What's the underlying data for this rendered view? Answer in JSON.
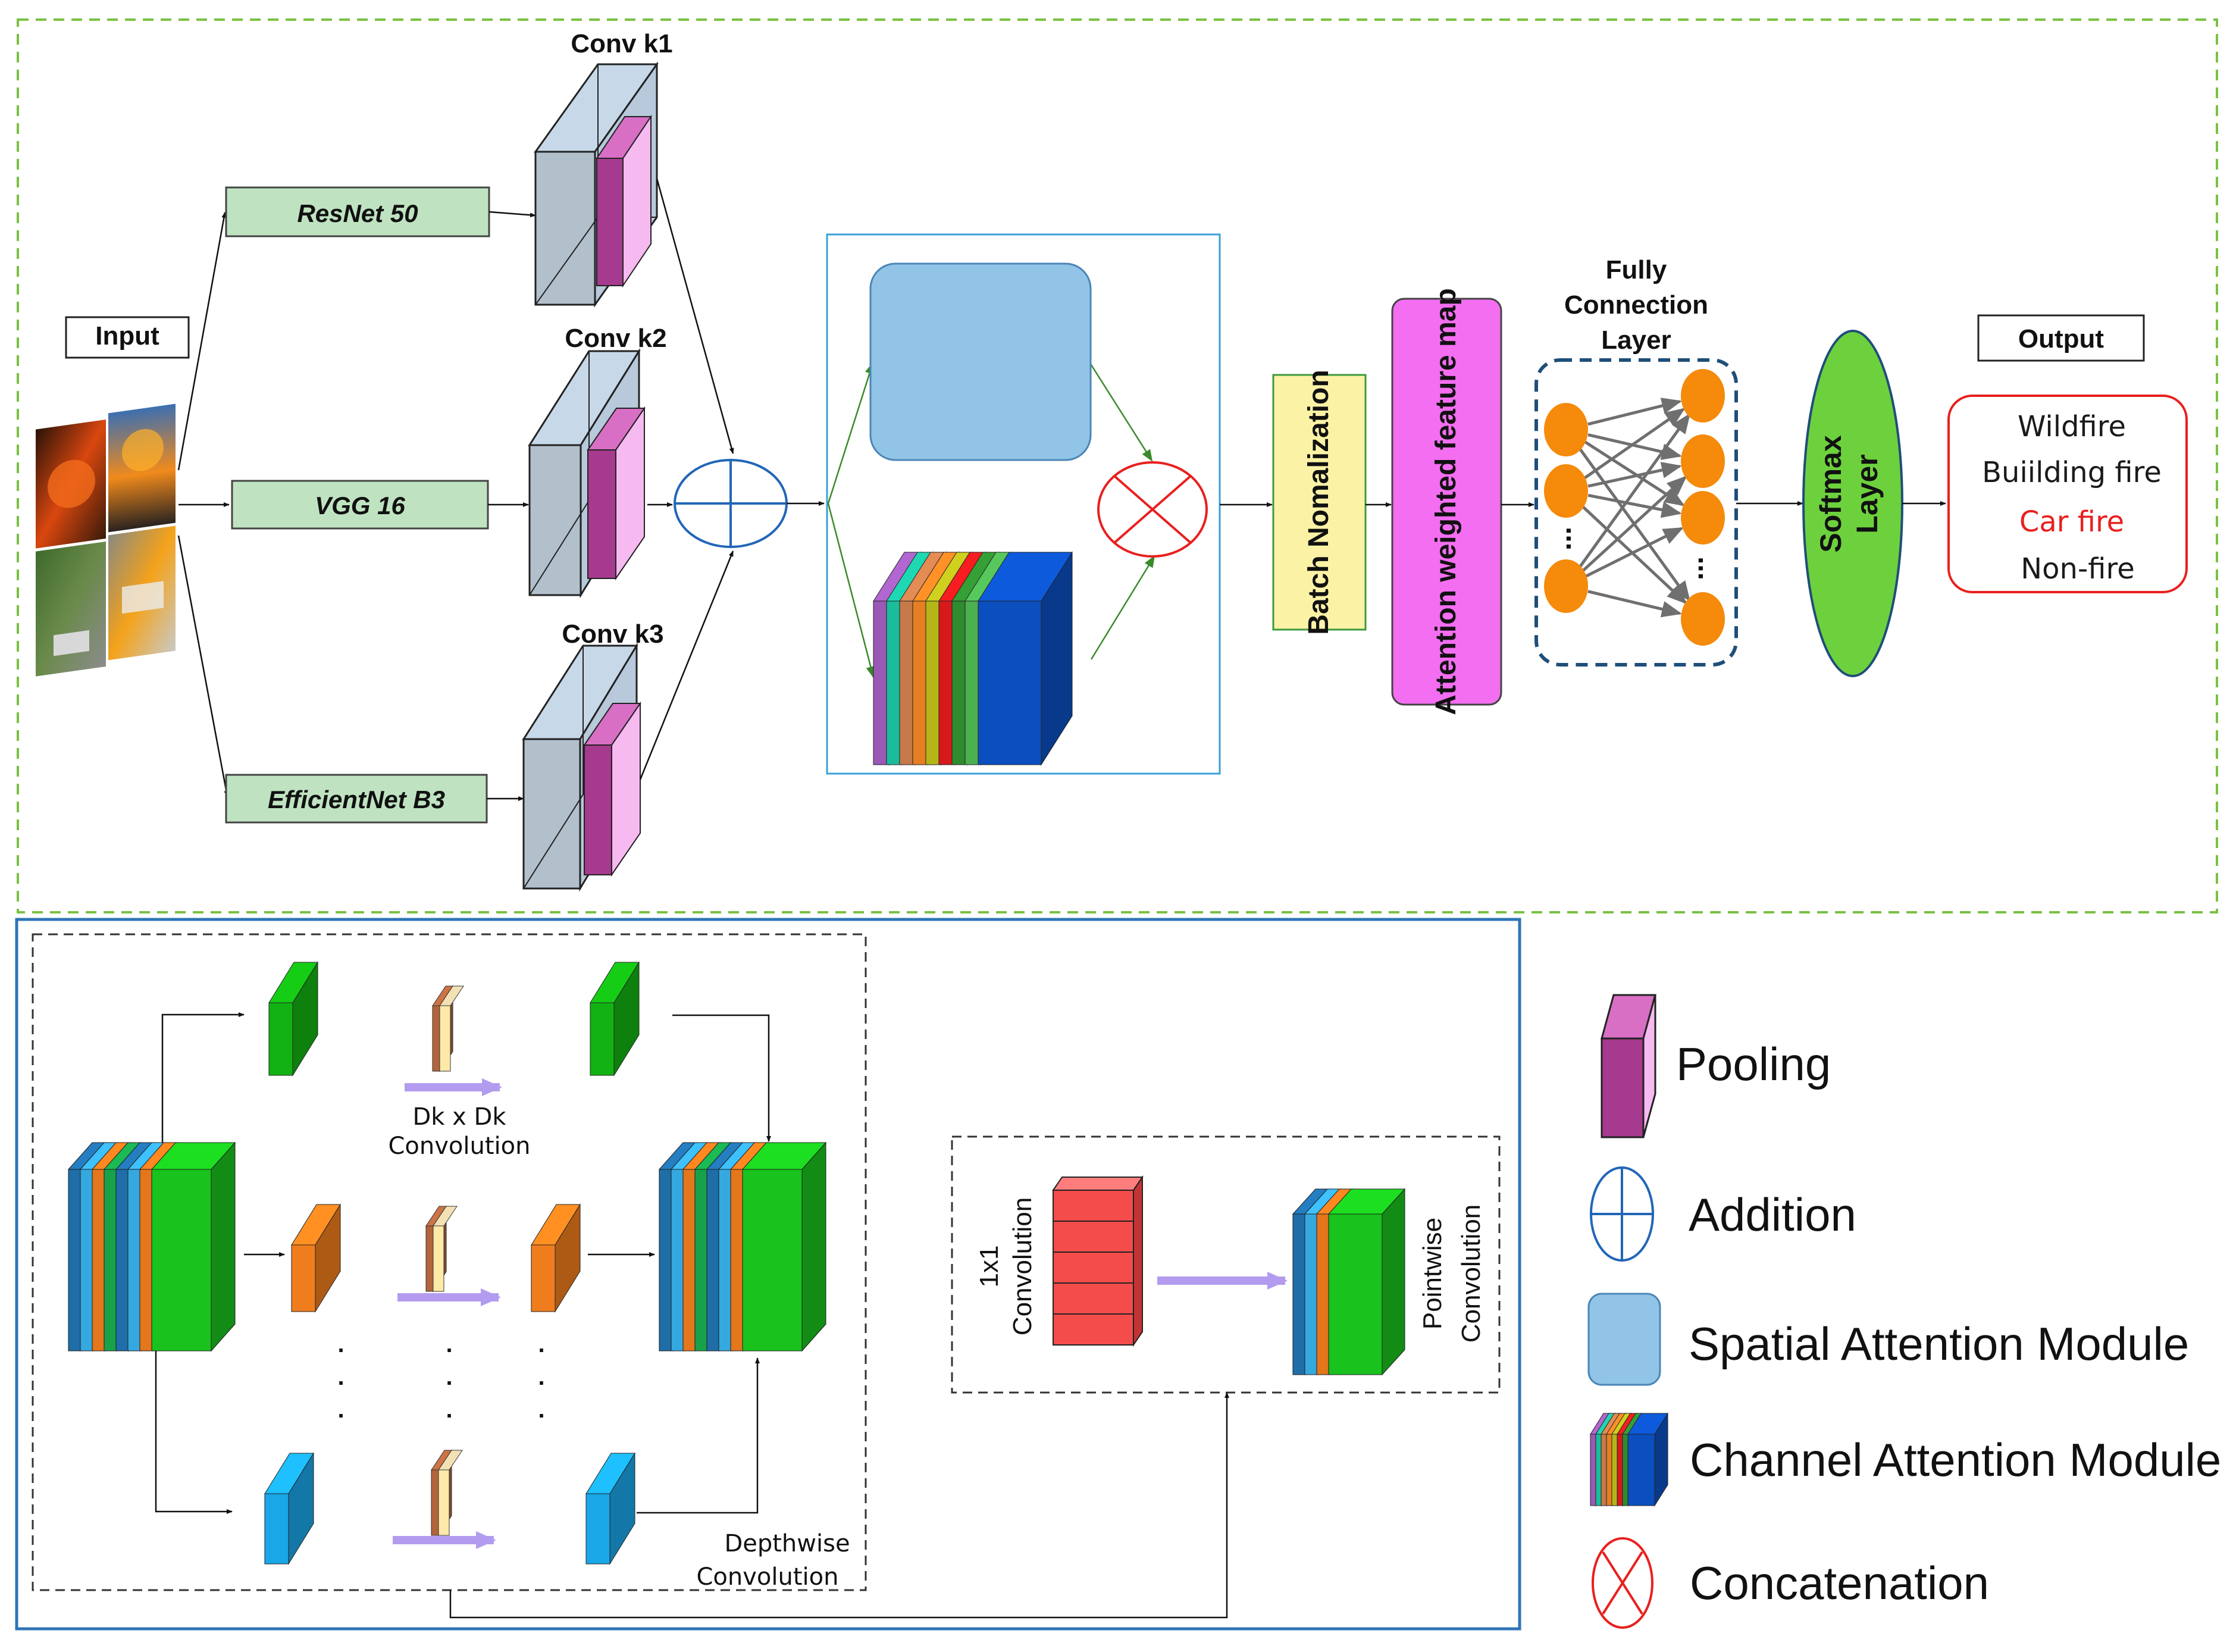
{
  "top": {
    "input_label": "Input",
    "backbones": [
      "ResNet 50",
      "VGG 16",
      "EfficientNet B3"
    ],
    "conv_labels": [
      "Conv k1",
      "Conv k2",
      "Conv k3"
    ],
    "batch_norm": "Batch Nomalization",
    "attention_map": "Attention weighted feature map",
    "fc_title_lines": [
      "Fully",
      "Connection",
      "Layer"
    ],
    "softmax_lines": [
      "Softmax",
      "Layer"
    ],
    "output_label": "Output",
    "outputs": [
      {
        "text": "Wildfire",
        "color": "#1a1a1a"
      },
      {
        "text": "Buiilding  fire",
        "color": "#1a1a1a"
      },
      {
        "text": "Car fire",
        "color": "#e8201e"
      },
      {
        "text": "Non-fire",
        "color": "#1a1a1a"
      }
    ],
    "ellipsis": "...",
    "colors": {
      "outer_dash": "#7ac142",
      "backbone_fill": "#bfe3c1",
      "spatial_attention": "#91c4e6",
      "batch_norm_fill": "#fcf2a6",
      "attention_fill": "#f36ef0",
      "neuron": "#f58a0b",
      "softmax_fill": "#6dd13d",
      "concat_red": "#e8201e",
      "addition_blue": "#2166b7"
    }
  },
  "bottom": {
    "dk_label_lines": [
      "Dk x Dk",
      "Convolution"
    ],
    "depthwise_lines": [
      "Depthwise",
      "Convolution"
    ],
    "one_by_one_lines": [
      "1x1",
      "Convolution"
    ],
    "pointwise_lines": [
      "Pointwise",
      "Convolution"
    ],
    "dots": "."
  },
  "legend": [
    {
      "icon": "pooling-icon",
      "label": "Pooling"
    },
    {
      "icon": "addition-icon",
      "label": "Addition"
    },
    {
      "icon": "spatial-attention-icon",
      "label": "Spatial Attention Module"
    },
    {
      "icon": "channel-attention-icon",
      "label": "Channel Attention Module"
    },
    {
      "icon": "concatenation-icon",
      "label": "Concatenation"
    }
  ]
}
